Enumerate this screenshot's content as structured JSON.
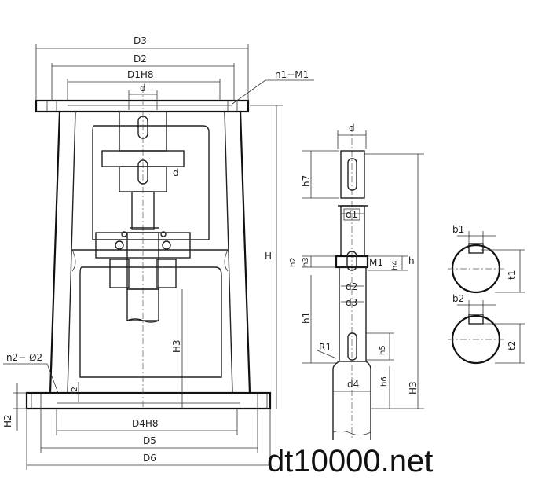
{
  "labels": {
    "D3": "D3",
    "D2": "D2",
    "D1H8": "D1H8",
    "d_top": "d",
    "n1M1": "n1−M1",
    "d_gear": "d",
    "H": "H",
    "H3_left": "H3",
    "n2phi2": "n2− Ø2",
    "f2": "f2",
    "H2": "H2",
    "D4H8": "D4H8",
    "D5": "D5",
    "D6": "D6",
    "d_shaft": "d",
    "h7": "h7",
    "d1": "d1",
    "h2": "h2",
    "h3": "h3",
    "M1": "M1",
    "h4": "h4",
    "d2": "d2",
    "d3": "d3",
    "h1": "h1",
    "R1": "R1",
    "h5": "h5",
    "h": "h",
    "h6": "h6",
    "H3_right": "H3",
    "d4": "d4",
    "b1": "b1",
    "t1": "t1",
    "b2": "b2",
    "t2": "t2"
  },
  "watermark": "dt10000.net"
}
